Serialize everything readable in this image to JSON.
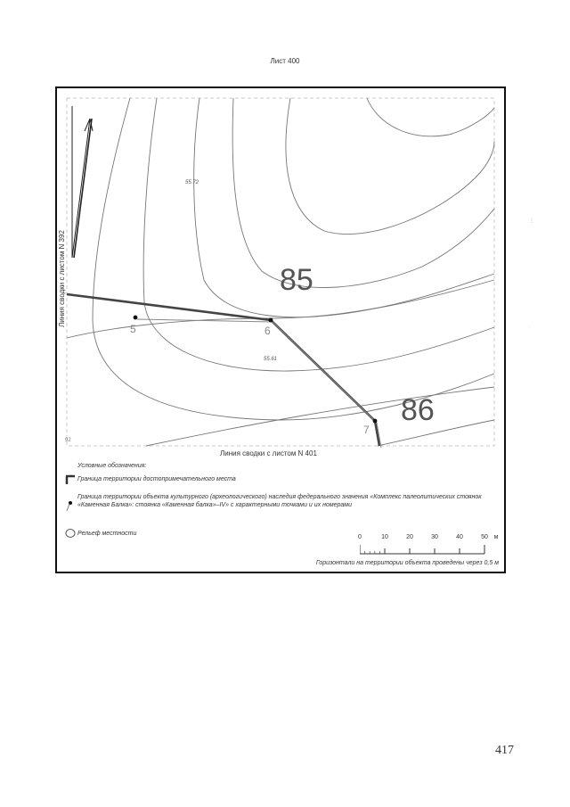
{
  "sheet_title": "Лист 400",
  "page_number": "417",
  "map": {
    "left_border_label": "Линия сводки с листом N 392",
    "bottom_border_label": "Линия сводки с листом N 401",
    "corner_label": "92",
    "big_labels": [
      "85",
      "86"
    ],
    "point_labels": [
      "5",
      "6",
      "7"
    ],
    "elevation_labels": [
      "55.72",
      "55.61"
    ]
  },
  "legend": {
    "title": "Условные обозначения:",
    "items": [
      {
        "symbol": "landmark-boundary",
        "text": "Граница территории достопримечательного места"
      },
      {
        "symbol": "heritage-boundary",
        "text": "Граница территории объекта культурного (археологического) наследия федерального значения «Комплекс палеолитических стоянок «Каменная Балка»: стоянка «Каменная балка»–IV» с характерными точками и их номерами"
      },
      {
        "symbol": "relief",
        "text": "Рельеф местности"
      }
    ]
  },
  "scale": {
    "ticks": [
      "0",
      "10",
      "20",
      "30",
      "40",
      "50"
    ],
    "unit": "м"
  },
  "note": "Горизонтали на территории объекта проведены через 0,5 м"
}
